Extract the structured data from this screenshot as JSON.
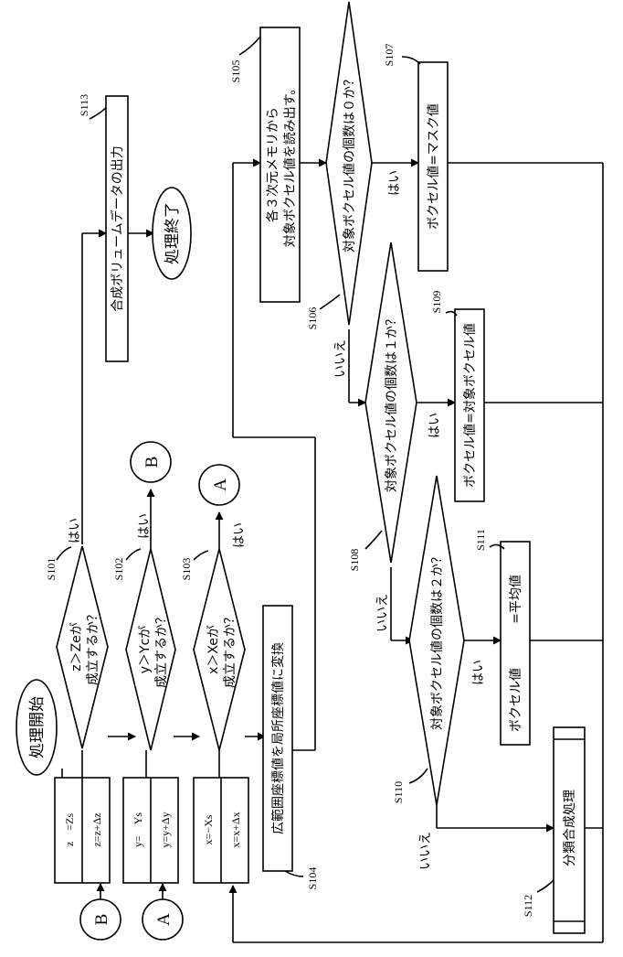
{
  "diagram": {
    "start": "処理開始",
    "end": "処理終了",
    "connector_a": "A",
    "connector_b": "B",
    "yes": "はい",
    "no": "いいえ",
    "init_z": "z　=Zs",
    "inc_z": "z=z+Δz",
    "init_y": "y=　Ys",
    "inc_y": "y=y+Δy",
    "init_x": "x=−Xs",
    "inc_x": "x=x+Δx",
    "s101_line1": "z＞Zeが",
    "s101_line2": "成立するか？",
    "s102_line1": "y＞Ycが",
    "s102_line2": "成立するか？",
    "s103_line1": "x＞Xeが",
    "s103_line2": "成立するか？",
    "s104": "広範囲座標値を局所座標値に変換",
    "s105_line1": "各３次元メモリから",
    "s105_line2": "対象ボクセル値を読み出す。",
    "s106": "対象ボクセル値の個数は０か？",
    "s107": "ボクセル値=マスク値",
    "s108": "対象ボクセル値の個数は１か？",
    "s109": "ボクセル値=対象ボクセル値",
    "s110": "対象ボクセル値の個数は２か？",
    "s111_line1": "ボクセル値",
    "s111_line2": "=平均値",
    "s112": "分類合成処理",
    "s113": "合成ボリュームデータの出力",
    "labels": {
      "s101": "S101",
      "s102": "S102",
      "s103": "S103",
      "s104": "S104",
      "s105": "S105",
      "s106": "S106",
      "s107": "S107",
      "s108": "S108",
      "s109": "S109",
      "s110": "S110",
      "s111": "S111",
      "s112": "S112",
      "s113": "S113"
    }
  }
}
